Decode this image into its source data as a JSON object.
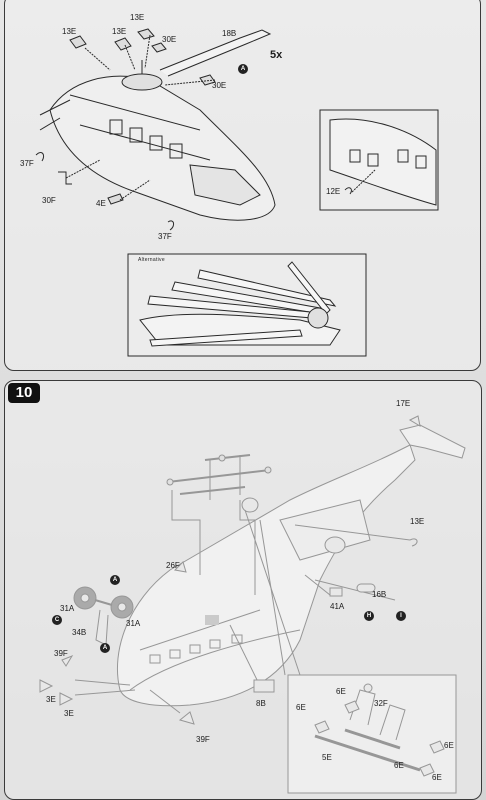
{
  "step": {
    "number": "10"
  },
  "top_panel": {
    "multiplier": "5x",
    "alternative_label": "Alternative",
    "labels": [
      "13E",
      "13E",
      "13E",
      "30E",
      "18B",
      "30E",
      "37F",
      "30F",
      "4E",
      "37F",
      "12E"
    ],
    "sprue_marker": "A"
  },
  "bottom_panel": {
    "labels": [
      "17E",
      "13E",
      "26F",
      "16B",
      "41A",
      "31A",
      "31A",
      "34B",
      "39F",
      "3E",
      "3E",
      "8B",
      "39F",
      "6E",
      "6E",
      "32F",
      "6E",
      "5E",
      "6E",
      "6E"
    ],
    "sprue_markers": [
      "A",
      "C",
      "A",
      "H",
      "I"
    ]
  }
}
